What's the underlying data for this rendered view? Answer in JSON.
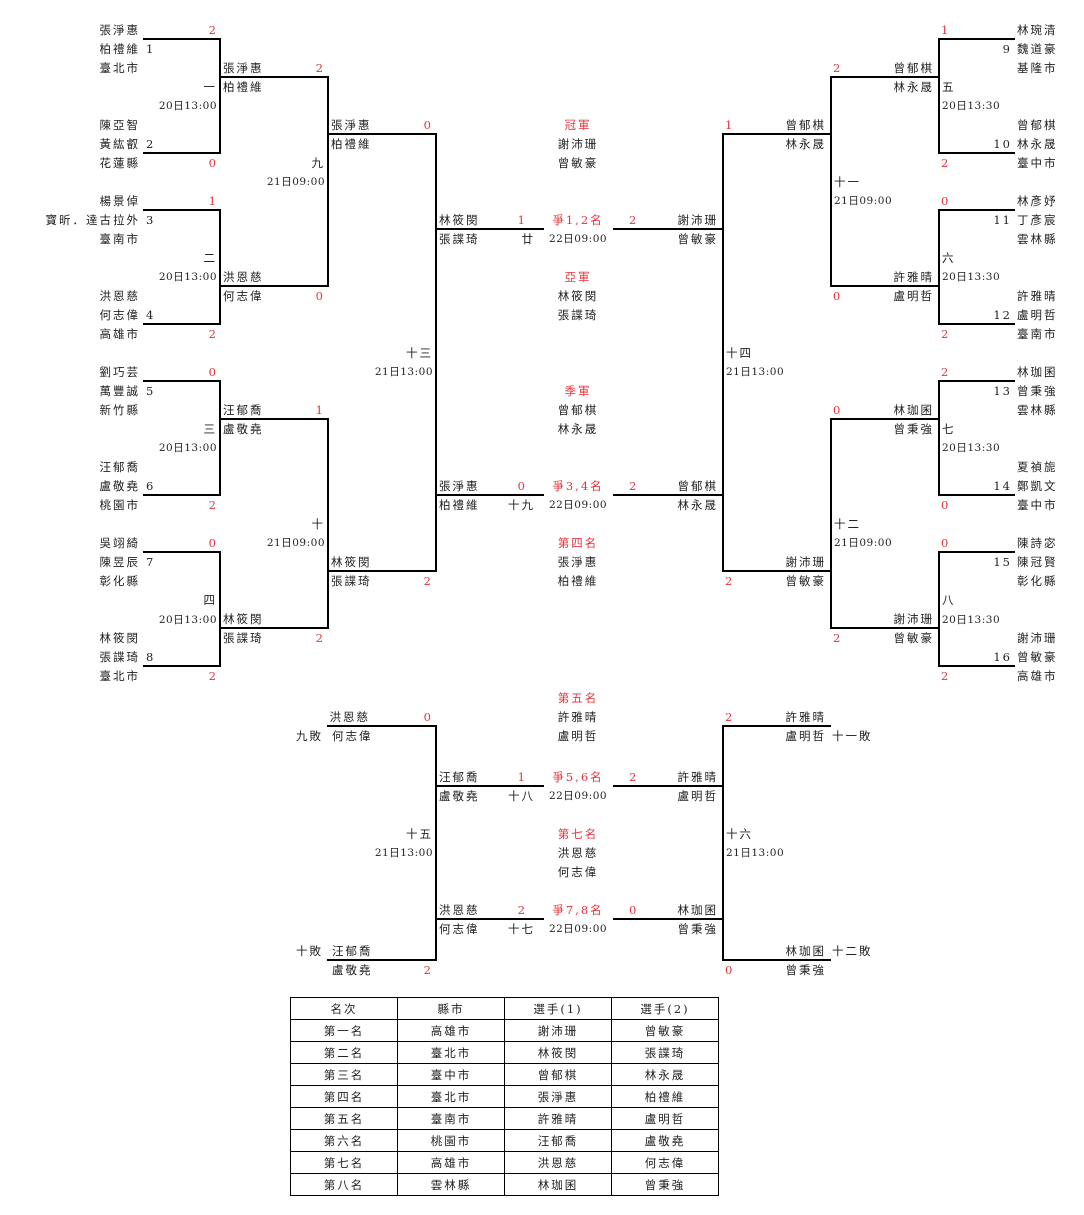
{
  "colors": {
    "score": "#e8333a",
    "line": "#000000",
    "text": "#222222"
  },
  "left_r1": [
    {
      "seed": "1",
      "p1": "張淨惠",
      "p2": "柏禮維",
      "city": "臺北市",
      "score": "2"
    },
    {
      "seed": "2",
      "p1": "陳亞智",
      "p2": "黃紘叡",
      "city": "花蓮縣",
      "score": "0"
    },
    {
      "seed": "3",
      "p1": "楊景倬",
      "p2": "寶昕．達古拉外",
      "city": "臺南市",
      "score": "1"
    },
    {
      "seed": "4",
      "p1": "洪恩慈",
      "p2": "何志偉",
      "city": "高雄市",
      "score": "2"
    },
    {
      "seed": "5",
      "p1": "劉巧芸",
      "p2": "萬豐誠",
      "city": "新竹縣",
      "score": "0"
    },
    {
      "seed": "6",
      "p1": "汪郁喬",
      "p2": "盧敬堯",
      "city": "桃園市",
      "score": "2"
    },
    {
      "seed": "7",
      "p1": "吳翊綺",
      "p2": "陳昱辰",
      "city": "彰化縣",
      "score": "0"
    },
    {
      "seed": "8",
      "p1": "林筱閔",
      "p2": "張諜琦",
      "city": "臺北市",
      "score": "2"
    }
  ],
  "right_r1": [
    {
      "seed": "9",
      "p1": "林琬清",
      "p2": "魏道豪",
      "city": "基隆市",
      "score": "1"
    },
    {
      "seed": "10",
      "p1": "曾郁棋",
      "p2": "林永晟",
      "city": "臺中市",
      "score": "2"
    },
    {
      "seed": "11",
      "p1": "林彥妤",
      "p2": "丁彥宸",
      "city": "雲林縣",
      "score": "0"
    },
    {
      "seed": "12",
      "p1": "許雅晴",
      "p2": "盧明哲",
      "city": "臺南市",
      "score": "2"
    },
    {
      "seed": "13",
      "p1": "林珈囷",
      "p2": "曾秉強",
      "city": "雲林縣",
      "score": "2"
    },
    {
      "seed": "14",
      "p1": "夏禎旎",
      "p2": "鄭凱文",
      "city": "臺中市",
      "score": "0"
    },
    {
      "seed": "15",
      "p1": "陳詩宓",
      "p2": "陳冠賢",
      "city": "彰化縣",
      "score": "0"
    },
    {
      "seed": "16",
      "p1": "謝沛珊",
      "p2": "曾敏豪",
      "city": "高雄市",
      "score": "2"
    }
  ],
  "matches": {
    "m1": {
      "no": "一",
      "time": "20日13:00"
    },
    "m2": {
      "no": "二",
      "time": "20日13:00"
    },
    "m3": {
      "no": "三",
      "time": "20日13:00"
    },
    "m4": {
      "no": "四",
      "time": "20日13:00"
    },
    "m5": {
      "no": "五",
      "time": "20日13:30"
    },
    "m6": {
      "no": "六",
      "time": "20日13:30"
    },
    "m7": {
      "no": "七",
      "time": "20日13:30"
    },
    "m8": {
      "no": "八",
      "time": "20日13:30"
    },
    "m9": {
      "no": "九",
      "time": "21日09:00"
    },
    "m10": {
      "no": "十",
      "time": "21日09:00"
    },
    "m11": {
      "no": "十一",
      "time": "21日09:00"
    },
    "m12": {
      "no": "十二",
      "time": "21日09:00"
    },
    "m13": {
      "no": "十三",
      "time": "21日13:00"
    },
    "m14": {
      "no": "十四",
      "time": "21日13:00"
    },
    "m15": {
      "no": "十五",
      "time": "21日13:00"
    },
    "m16": {
      "no": "十六",
      "time": "21日13:00"
    },
    "m17": {
      "no": "十七",
      "time": "22日09:00"
    },
    "m18": {
      "no": "十八",
      "time": "22日09:00"
    },
    "m19": {
      "no": "十九",
      "time": "22日09:00"
    },
    "m20": {
      "no": "廿",
      "time": "22日09:00"
    }
  },
  "left_r2": [
    {
      "p1": "張淨惠",
      "p2": "柏禮維",
      "score": "2"
    },
    {
      "p1": "洪恩慈",
      "p2": "何志偉",
      "score": "0"
    },
    {
      "p1": "汪郁喬",
      "p2": "盧敬堯",
      "score": "1"
    },
    {
      "p1": "林筱閔",
      "p2": "張諜琦",
      "score": "2"
    }
  ],
  "right_r2": [
    {
      "p1": "曾郁棋",
      "p2": "林永晟",
      "score": "2"
    },
    {
      "p1": "許雅晴",
      "p2": "盧明哲",
      "score": "0"
    },
    {
      "p1": "林珈囷",
      "p2": "曾秉強",
      "score": "0"
    },
    {
      "p1": "謝沛珊",
      "p2": "曾敏豪",
      "score": "2"
    }
  ],
  "left_r3": [
    {
      "p1": "張淨惠",
      "p2": "柏禮維",
      "score": "0"
    },
    {
      "p1": "林筱閔",
      "p2": "張諜琦",
      "score": "2"
    }
  ],
  "right_r3": [
    {
      "p1": "曾郁棋",
      "p2": "林永晟",
      "score": "1"
    },
    {
      "p1": "謝沛珊",
      "p2": "曾敏豪",
      "score": "2"
    }
  ],
  "final12": {
    "label": "爭1,2名",
    "left": {
      "p1": "林筱閔",
      "p2": "張諜琦",
      "score": "1"
    },
    "right": {
      "p1": "謝沛珊",
      "p2": "曾敏豪",
      "score": "2"
    }
  },
  "final34": {
    "label": "爭3,4名",
    "left": {
      "p1": "張淨惠",
      "p2": "柏禮維",
      "score": "0"
    },
    "right": {
      "p1": "曾郁棋",
      "p2": "林永晟",
      "score": "2"
    }
  },
  "final56": {
    "label": "爭5,6名",
    "left": {
      "p1": "汪郁喬",
      "p2": "盧敬堯",
      "score": "1"
    },
    "right": {
      "p1": "許雅晴",
      "p2": "盧明哲",
      "score": "2"
    }
  },
  "final78": {
    "label": "爭7,8名",
    "left": {
      "p1": "洪恩慈",
      "p2": "何志偉",
      "score": "2"
    },
    "right": {
      "p1": "林珈囷",
      "p2": "曾秉強",
      "score": "0"
    }
  },
  "places": {
    "champion": {
      "label": "冠軍",
      "p1": "謝沛珊",
      "p2": "曾敏豪"
    },
    "second": {
      "label": "亞軍",
      "p1": "林筱閔",
      "p2": "張諜琦"
    },
    "third": {
      "label": "季軍",
      "p1": "曾郁棋",
      "p2": "林永晟"
    },
    "fourth": {
      "label": "第四名",
      "p1": "張淨惠",
      "p2": "柏禮維"
    },
    "fifth": {
      "label": "第五名",
      "p1": "許雅晴",
      "p2": "盧明哲"
    },
    "seventh": {
      "label": "第七名",
      "p1": "洪恩慈",
      "p2": "何志偉"
    }
  },
  "consolation": {
    "l9": {
      "tag": "九敗",
      "p1": "洪恩慈",
      "p2": "何志偉",
      "score": "0"
    },
    "l10": {
      "tag": "十敗",
      "p1": "汪郁喬",
      "p2": "盧敬堯",
      "score": "2"
    },
    "l11": {
      "tag": "十一敗",
      "p1": "許雅晴",
      "p2": "盧明哲",
      "score": "2"
    },
    "l12": {
      "tag": "十二敗",
      "p1": "林珈囷",
      "p2": "曾秉強",
      "score": "0"
    }
  },
  "table": {
    "headers": [
      "名次",
      "縣市",
      "選手(1)",
      "選手(2)"
    ],
    "rows": [
      [
        "第一名",
        "高雄市",
        "謝沛珊",
        "曾敏豪"
      ],
      [
        "第二名",
        "臺北市",
        "林筱閔",
        "張諜琦"
      ],
      [
        "第三名",
        "臺中市",
        "曾郁棋",
        "林永晟"
      ],
      [
        "第四名",
        "臺北市",
        "張淨惠",
        "柏禮維"
      ],
      [
        "第五名",
        "臺南市",
        "許雅晴",
        "盧明哲"
      ],
      [
        "第六名",
        "桃園市",
        "汪郁喬",
        "盧敬堯"
      ],
      [
        "第七名",
        "高雄市",
        "洪恩慈",
        "何志偉"
      ],
      [
        "第八名",
        "雲林縣",
        "林珈囷",
        "曾秉強"
      ]
    ]
  }
}
